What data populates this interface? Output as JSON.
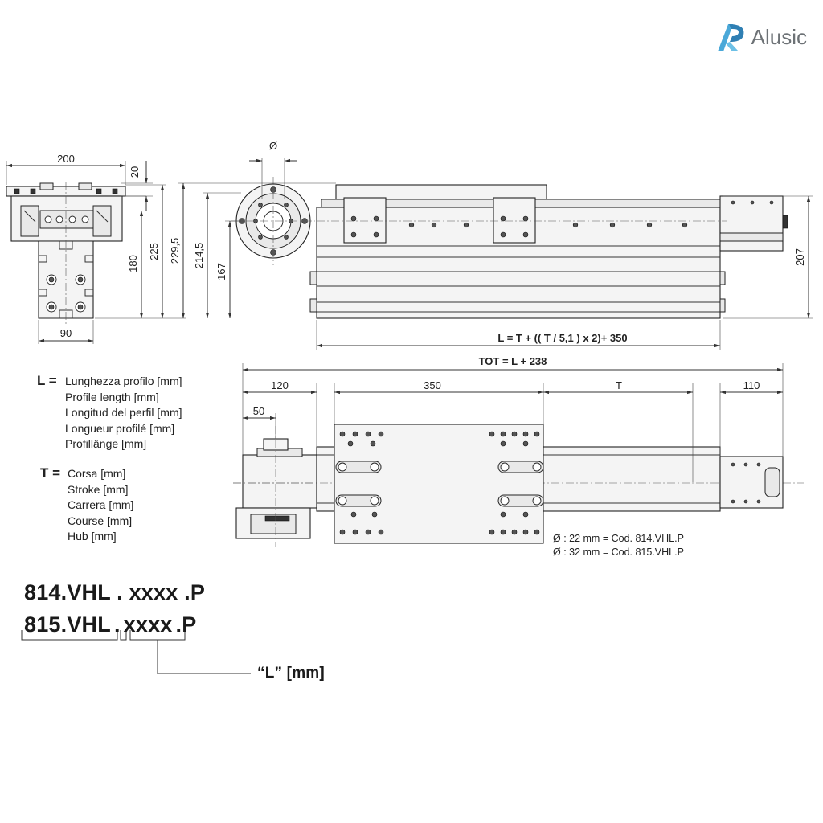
{
  "brand": {
    "name": "Alusic",
    "accent": "#4aa8d8"
  },
  "dimensions": {
    "end_width": "200",
    "end_top": "20",
    "end_h180": "180",
    "end_h225": "225",
    "end_h229": "229,5",
    "end_h214": "214,5",
    "end_h167": "167",
    "end_base": "90",
    "side_h207": "207",
    "top_120": "120",
    "top_350": "350",
    "top_T": "T",
    "top_110": "110",
    "top_50": "50",
    "diameter": "Ø"
  },
  "formulas": {
    "L_formula": "L = T + (( T / 5,1 ) x 2)+ 350",
    "TOT_formula": "TOT = L + 238"
  },
  "legend": {
    "L": {
      "key": "L =",
      "lines": [
        "Lunghezza profilo [mm]",
        "Profile length [mm]",
        "Longitud del perfil [mm]",
        "Longueur profilé [mm]",
        "Profillänge [mm]"
      ]
    },
    "T": {
      "key": "T =",
      "lines": [
        "Corsa [mm]",
        "Stroke [mm]",
        "Carrera [mm]",
        "Course [mm]",
        "Hub [mm]"
      ]
    }
  },
  "notes": {
    "d22": "Ø : 22 mm = Cod. 814.VHL.P",
    "d32": "Ø : 32 mm = Cod. 815.VHL.P"
  },
  "codes": {
    "line1": "814.VHL . xxxx .P",
    "line2_prefix": "815.VHL",
    "line2_dot": ".",
    "line2_var": "xxxx",
    "line2_suffix": ".P",
    "callout": "“L” [mm]"
  }
}
